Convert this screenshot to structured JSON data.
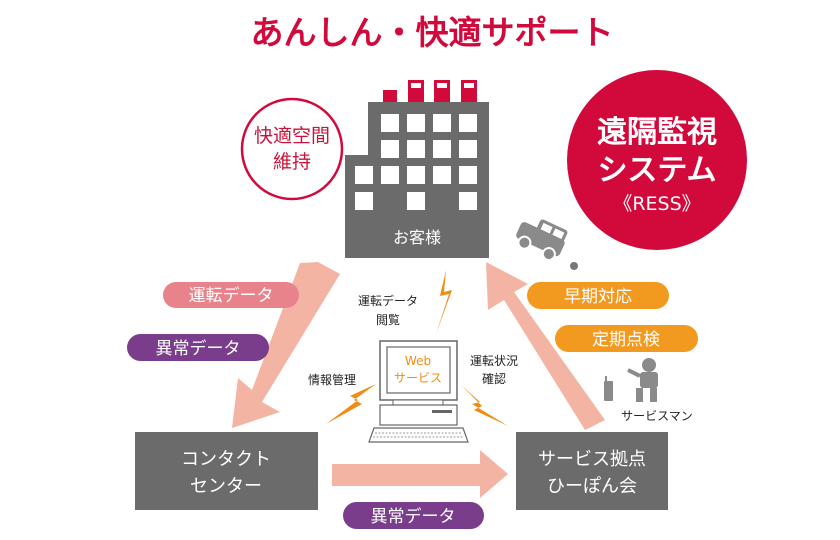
{
  "title": "あんしん・快適サポート",
  "customer": {
    "label": "お客様"
  },
  "comfort_circle": {
    "line1": "快適空間",
    "line2": "維持"
  },
  "remote_system": {
    "line1": "遠隔監視",
    "line2": "システム",
    "line3": "《RESS》"
  },
  "pills": {
    "operation_data": "運転データ",
    "anomaly_data_left": "異常データ",
    "early_response": "早期対応",
    "periodic_inspection": "定期点検",
    "anomaly_data_bottom": "異常データ"
  },
  "labels": {
    "view_data_1": "運転データ",
    "view_data_2": "閲覧",
    "info_mgmt": "情報管理",
    "status_check_1": "運転状況",
    "status_check_2": "確認",
    "serviceman": "サービスマン"
  },
  "web": {
    "line1": "Web",
    "line2": "サービス"
  },
  "contact_center": {
    "line1": "コンタクト",
    "line2": "センター"
  },
  "service_base": {
    "line1": "サービス拠点",
    "line2": "ひーぽん会"
  },
  "colors": {
    "brand_red": "#d20a3c",
    "arrow_pink": "#f4b4a4",
    "pill_pink": "#e8838c",
    "pill_purple": "#7a3d8c",
    "pill_orange": "#f29a1f",
    "box_gray": "#6b6b6b"
  }
}
